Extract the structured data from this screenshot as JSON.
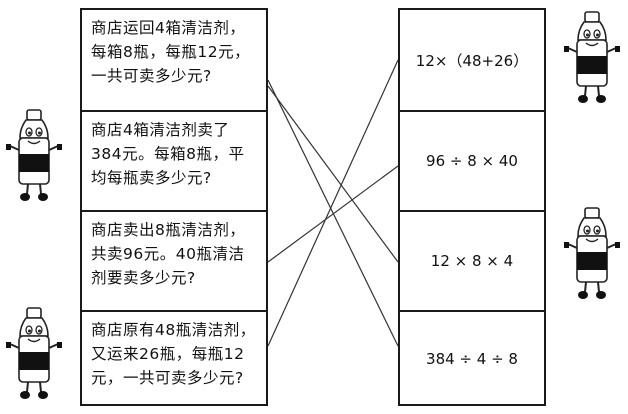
{
  "problems": [
    "商店运回4箱清洁剂，每箱8瓶，每瓶12元，一共可卖多少元?",
    "商店4箱清洁剂卖了384元。每箱8瓶，平均每瓶卖多少元?",
    "商店卖出8瓶清洁剂，共卖96元。40瓶清洁剂要卖多少元?",
    "商店原有48瓶清洁剂，又运来26瓶，每瓶12元，一共可卖多少元?"
  ],
  "expressions": [
    "12×（48+26）",
    "96 ÷ 8 × 40",
    "12 × 8 × 4",
    "384 ÷ 4 ÷ 8"
  ],
  "mascot_icon": "bottle-mascot-icon"
}
